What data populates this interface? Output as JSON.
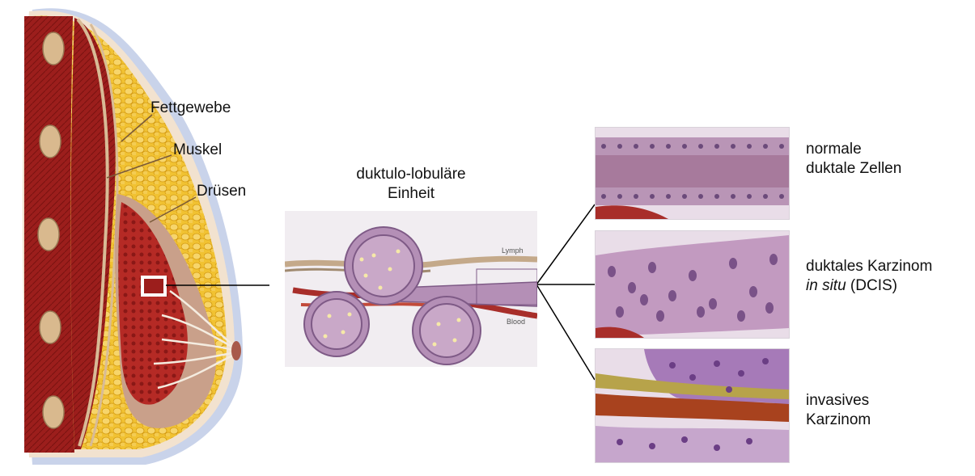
{
  "anatomy_labels": {
    "fat": "Fettgewebe",
    "muscle": "Muskel",
    "glands": "Drüsen"
  },
  "unit_caption": {
    "line1": "duktulo-lobuläre",
    "line2": "Einheit"
  },
  "inset_labels": {
    "lymph": "Lymph",
    "blood": "Blood"
  },
  "stages": [
    {
      "line1": "normale",
      "line2": "duktale Zellen"
    },
    {
      "line1": "duktales Karzinom",
      "line2_italic": "in situ",
      "line2_rest": " (DCIS)"
    },
    {
      "line1": "invasives",
      "line2": "Karzinom"
    }
  ],
  "colors": {
    "muscle_red": "#9c1e1c",
    "fat_yellow": "#f1c232",
    "tissue_pink": "#d9a9a9",
    "lobule_purple": "#b48fb6",
    "skin_blue": "#c9d3ea"
  }
}
